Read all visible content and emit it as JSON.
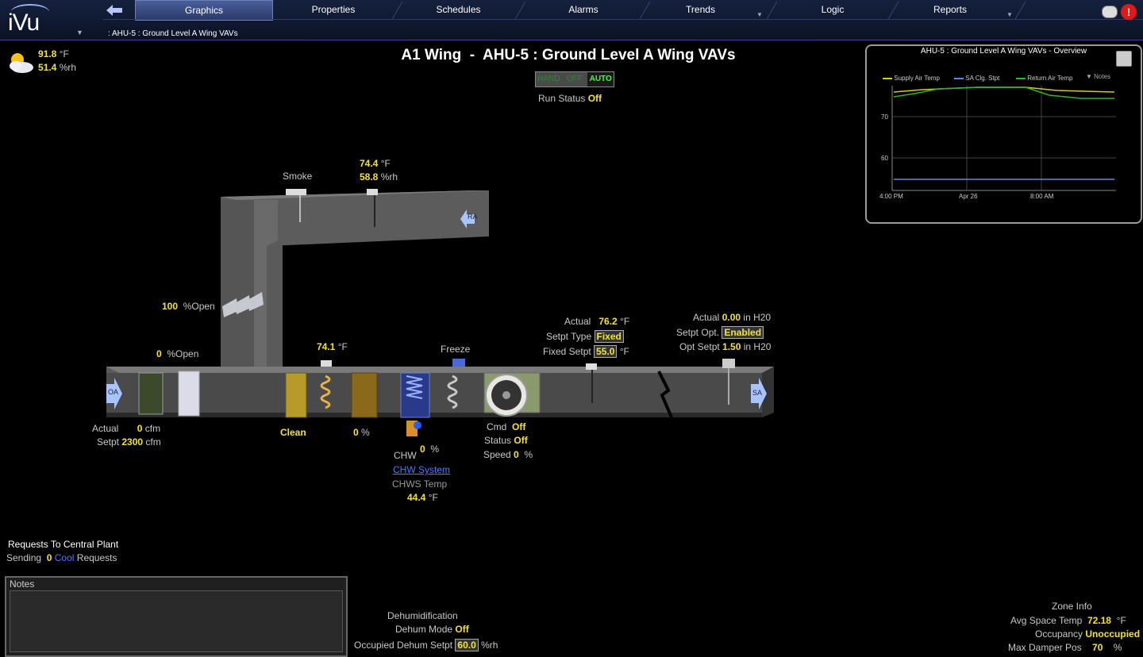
{
  "nav": {
    "logo": "iVu",
    "tabs": [
      {
        "label": "Graphics",
        "active": true
      },
      {
        "label": "Properties"
      },
      {
        "label": "Schedules"
      },
      {
        "label": "Alarms"
      },
      {
        "label": "Trends"
      },
      {
        "label": "Logic"
      },
      {
        "label": "Reports"
      }
    ],
    "breadcrumb": ": AHU-5 : Ground Level A Wing VAVs"
  },
  "weather": {
    "temp": "91.8",
    "temp_unit": "°F",
    "rh": "51.4",
    "rh_unit": "%rh"
  },
  "title": "A1 Wing  -  AHU-5 : Ground Level A Wing VAVs",
  "hoa": {
    "hand": "HAND",
    "off": "OFF",
    "auto": "AUTO"
  },
  "run_status": {
    "label": "Run Status",
    "value": "Off"
  },
  "return_air": {
    "smoke_label": "Smoke",
    "temp": "74.4",
    "temp_unit": "°F",
    "rh": "58.8",
    "rh_unit": "%rh",
    "ra_label": "RA"
  },
  "exhaust_damper": {
    "value": "100",
    "unit": "%Open"
  },
  "oa_damper": {
    "value": "0",
    "unit": "%Open"
  },
  "oa": {
    "label": "OA",
    "actual_label": "Actual",
    "actual": "0",
    "actual_unit": "cfm",
    "setpt_label": "Setpt",
    "setpt": "2300",
    "setpt_unit": "cfm"
  },
  "filter": {
    "status": "Clean"
  },
  "mixed_air": {
    "temp": "74.1",
    "unit": "°F"
  },
  "preheat": {
    "value": "0",
    "unit": "%"
  },
  "chw": {
    "label": "CHW",
    "value": "0",
    "unit": "%",
    "system_link": "CHW System",
    "chws_label": "CHWS Temp",
    "chws_temp": "44.4",
    "chws_unit": "°F"
  },
  "freeze": {
    "label": "Freeze"
  },
  "fan": {
    "cmd_label": "Cmd",
    "cmd": "Off",
    "status_label": "Status",
    "status": "Off",
    "speed_label": "Speed",
    "speed": "0",
    "speed_unit": "%"
  },
  "supply_temp": {
    "actual_label": "Actual",
    "actual": "76.2",
    "unit": "°F",
    "type_label": "Setpt Type",
    "type": "Fixed",
    "fixed_label": "Fixed Setpt",
    "fixed": "55.0",
    "fixed_unit": "°F"
  },
  "static": {
    "actual_label": "Actual",
    "actual": "0.00",
    "unit": "in H20",
    "opt_label": "Setpt Opt.",
    "opt": "Enabled",
    "opt_setpt_label": "Opt Setpt",
    "opt_setpt": "1.50",
    "opt_unit": "in H20",
    "sa_label": "SA"
  },
  "trend": {
    "title": "AHU-5 : Ground Level A Wing VAVs - Overview",
    "legend": [
      "Supply Air Temp",
      "SA Clg. Stpt",
      "Return Air Temp"
    ],
    "notes_label": "Notes",
    "colors": [
      "#d8c820",
      "#5a8ad8",
      "#2ab82a"
    ]
  },
  "chart_data": {
    "type": "line",
    "x": [
      "4:00 PM",
      "Apr 26",
      "8:00 AM"
    ],
    "y_ticks": [
      "70",
      "60"
    ],
    "series": [
      {
        "name": "Supply Air Temp",
        "values": [
          76,
          76.5,
          76,
          76
        ]
      },
      {
        "name": "SA Clg. Stpt",
        "values": [
          55,
          55,
          55,
          55
        ]
      },
      {
        "name": "Return Air Temp",
        "values": [
          75,
          76.5,
          76,
          74
        ]
      }
    ]
  },
  "plant": {
    "title": "Requests To Central Plant",
    "sending": "Sending",
    "count": "0",
    "cool": "Cool",
    "requests": "Requests"
  },
  "notes": {
    "label": "Notes"
  },
  "dehum": {
    "title": "Dehumidification",
    "mode_label": "Dehum Mode",
    "mode": "Off",
    "setpt_label": "Occupied Dehum Setpt",
    "setpt": "60.0",
    "setpt_unit": "%rh"
  },
  "zone": {
    "title": "Zone Info",
    "avg_label": "Avg Space Temp",
    "avg": "72.18",
    "avg_unit": "°F",
    "occ_label": "Occupancy",
    "occ": "Unoccupied",
    "damper_label": "Max Damper Pos",
    "damper": "70",
    "damper_unit": "%"
  }
}
